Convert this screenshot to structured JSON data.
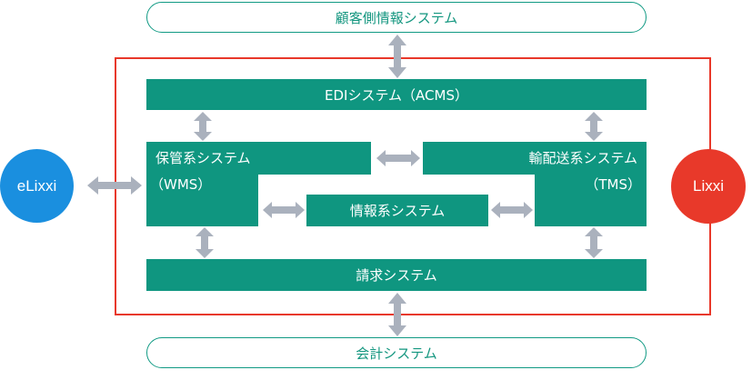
{
  "top_system": "顧客側情報システム",
  "bottom_system": "会計システム",
  "edi_system": "EDIシステム（ACMS）",
  "storage_system": {
    "line1": "保管系システム",
    "line2": "（WMS）"
  },
  "transport_system": {
    "line1": "輸配送系システム",
    "line2": "（TMS）"
  },
  "info_system": "情報系システム",
  "billing_system": "請求システム",
  "left_node": "eLixxi",
  "right_node": "Lixxi",
  "colors": {
    "box_green": "#0f9680",
    "frame_red": "#e8382a",
    "left_circle_blue": "#1a8fdf",
    "right_circle_red": "#e8392a",
    "arrow_gray": "#aab1bd"
  }
}
